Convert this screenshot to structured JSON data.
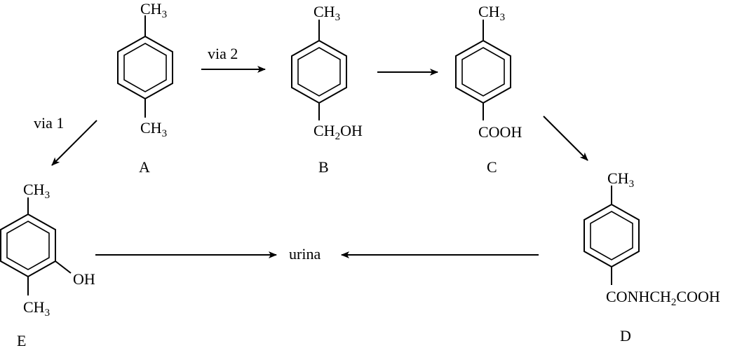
{
  "pathway_labels": {
    "route1": "via 1",
    "route2": "via 2"
  },
  "endpoint": "urina",
  "compounds": {
    "A": {
      "id": "A",
      "top": "CH",
      "top_sub": "3",
      "bottom": "CH",
      "bottom_sub": "3"
    },
    "B": {
      "id": "B",
      "top": "CH",
      "top_sub": "3",
      "bottom_a": "CH",
      "bottom_sub": "2",
      "bottom_b": "OH"
    },
    "C": {
      "id": "C",
      "top": "CH",
      "top_sub": "3",
      "bottom": "COOH"
    },
    "D": {
      "id": "D",
      "top": "CH",
      "top_sub": "3",
      "bottom_a": "CONHCH",
      "bottom_sub": "2",
      "bottom_b": "COOH"
    },
    "E": {
      "id": "E",
      "top": "CH",
      "top_sub": "3",
      "side": "OH",
      "bottom": "CH",
      "bottom_sub": "3"
    }
  }
}
